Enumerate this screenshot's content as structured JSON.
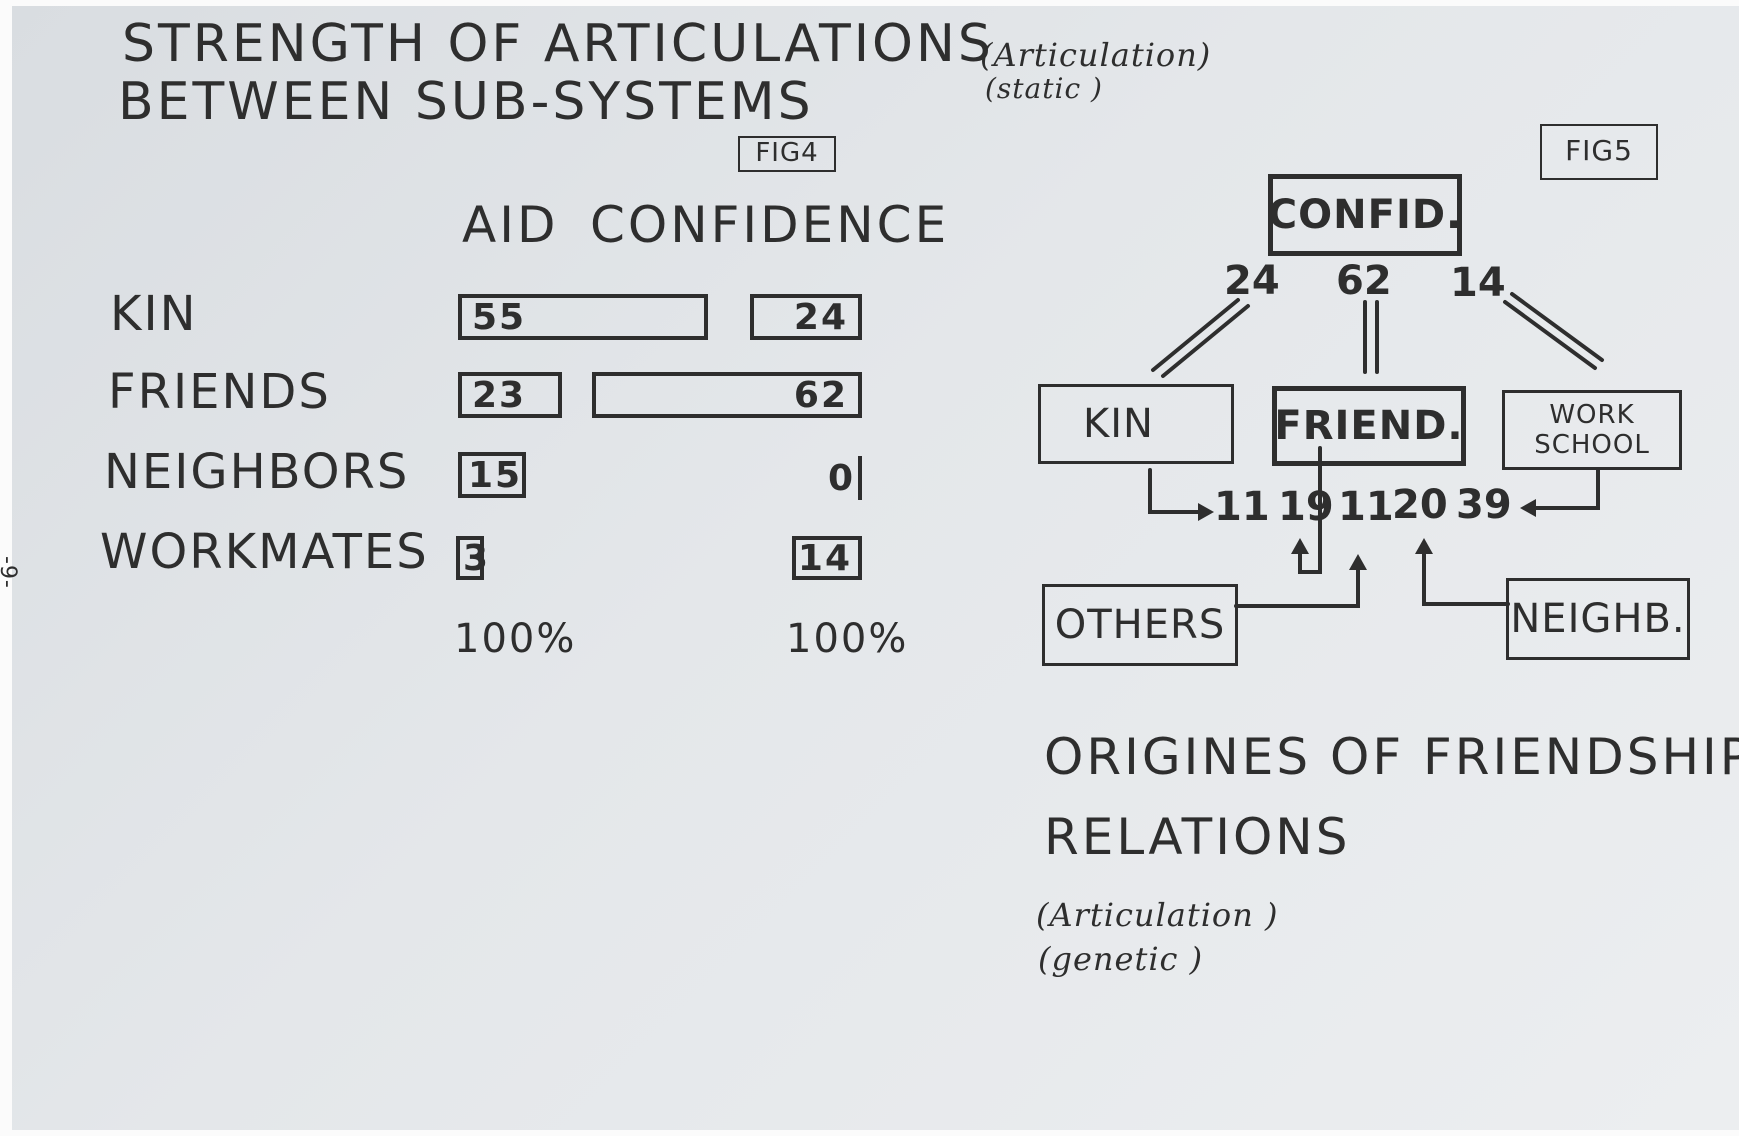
{
  "fig4": {
    "title_line1": "STRENGTH OF ARTICULATIONS",
    "title_line2": "BETWEEN SUB-SYSTEMS",
    "note_line1": "(Articulation)",
    "note_line2": "(static )",
    "tag": "FIG4",
    "header_aid": "AID",
    "header_confidence": "CONFIDENCE",
    "rows": [
      {
        "label": "KIN",
        "aid": 55,
        "confidence": 24
      },
      {
        "label": "FRIENDS",
        "aid": 23,
        "confidence": 62
      },
      {
        "label": "NEIGHBORS",
        "aid": 15,
        "confidence": 0
      },
      {
        "label": "WORKMATES",
        "aid": 3,
        "confidence": 14
      }
    ],
    "aid_values": [
      "55",
      "23",
      "15",
      "3"
    ],
    "confidence_values": [
      "24",
      "62",
      "0",
      "14"
    ],
    "total_aid": "100%",
    "total_confidence": "100%"
  },
  "fig5": {
    "tag": "FIG5",
    "confid": "CONFID.",
    "confid_values": [
      "24",
      "62",
      "14"
    ],
    "kin": "KIN",
    "friend": "FRIEND.",
    "work_line1": "WORK",
    "work_line2": "SCHOOL",
    "origin_values": [
      "11",
      "19",
      "11",
      "20",
      "39"
    ],
    "others": "OTHERS",
    "neighb": "NEIGHB.",
    "caption_line1": "ORIGINES OF FRIENDSHIP",
    "caption_line2": "RELATIONS",
    "note_line1": "(Articulation )",
    "note_line2": "(genetic )"
  },
  "margin_mark": "-9-"
}
